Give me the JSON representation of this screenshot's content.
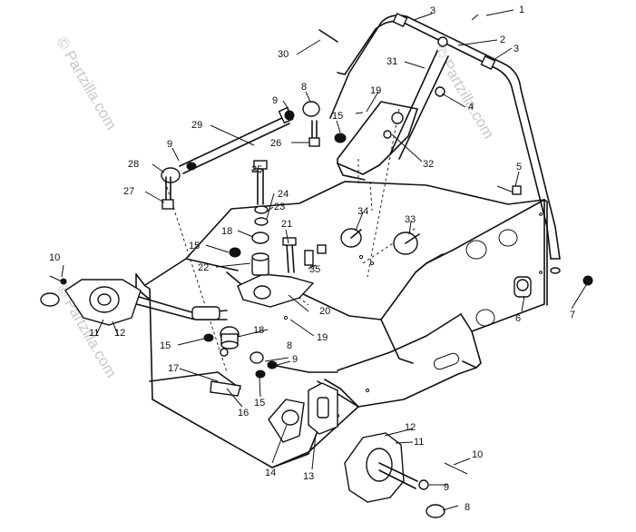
{
  "watermarks": [
    "© Partzilla.com",
    "© Partzilla.com",
    "© Partzilla.com"
  ],
  "callouts": [
    {
      "text": "1"
    },
    {
      "text": "2"
    },
    {
      "text": "3"
    },
    {
      "text": "3"
    },
    {
      "text": "4"
    },
    {
      "text": "5"
    },
    {
      "text": "6"
    },
    {
      "text": "7"
    },
    {
      "text": "8"
    },
    {
      "text": "8"
    },
    {
      "text": "8"
    },
    {
      "text": "9"
    },
    {
      "text": "9"
    },
    {
      "text": "9"
    },
    {
      "text": "9"
    },
    {
      "text": "10"
    },
    {
      "text": "10"
    },
    {
      "text": "11"
    },
    {
      "text": "11"
    },
    {
      "text": "12"
    },
    {
      "text": "12"
    },
    {
      "text": "13"
    },
    {
      "text": "14"
    },
    {
      "text": "15"
    },
    {
      "text": "15"
    },
    {
      "text": "15"
    },
    {
      "text": "15"
    },
    {
      "text": "16"
    },
    {
      "text": "17"
    },
    {
      "text": "18"
    },
    {
      "text": "18"
    },
    {
      "text": "19"
    },
    {
      "text": "19"
    },
    {
      "text": "20"
    },
    {
      "text": "21"
    },
    {
      "text": "22"
    },
    {
      "text": "23"
    },
    {
      "text": "24"
    },
    {
      "text": "25"
    },
    {
      "text": "26"
    },
    {
      "text": "27"
    },
    {
      "text": "28"
    },
    {
      "text": "29"
    },
    {
      "text": "30"
    },
    {
      "text": "31"
    },
    {
      "text": "32"
    },
    {
      "text": "33"
    },
    {
      "text": "34"
    },
    {
      "text": "35"
    }
  ]
}
